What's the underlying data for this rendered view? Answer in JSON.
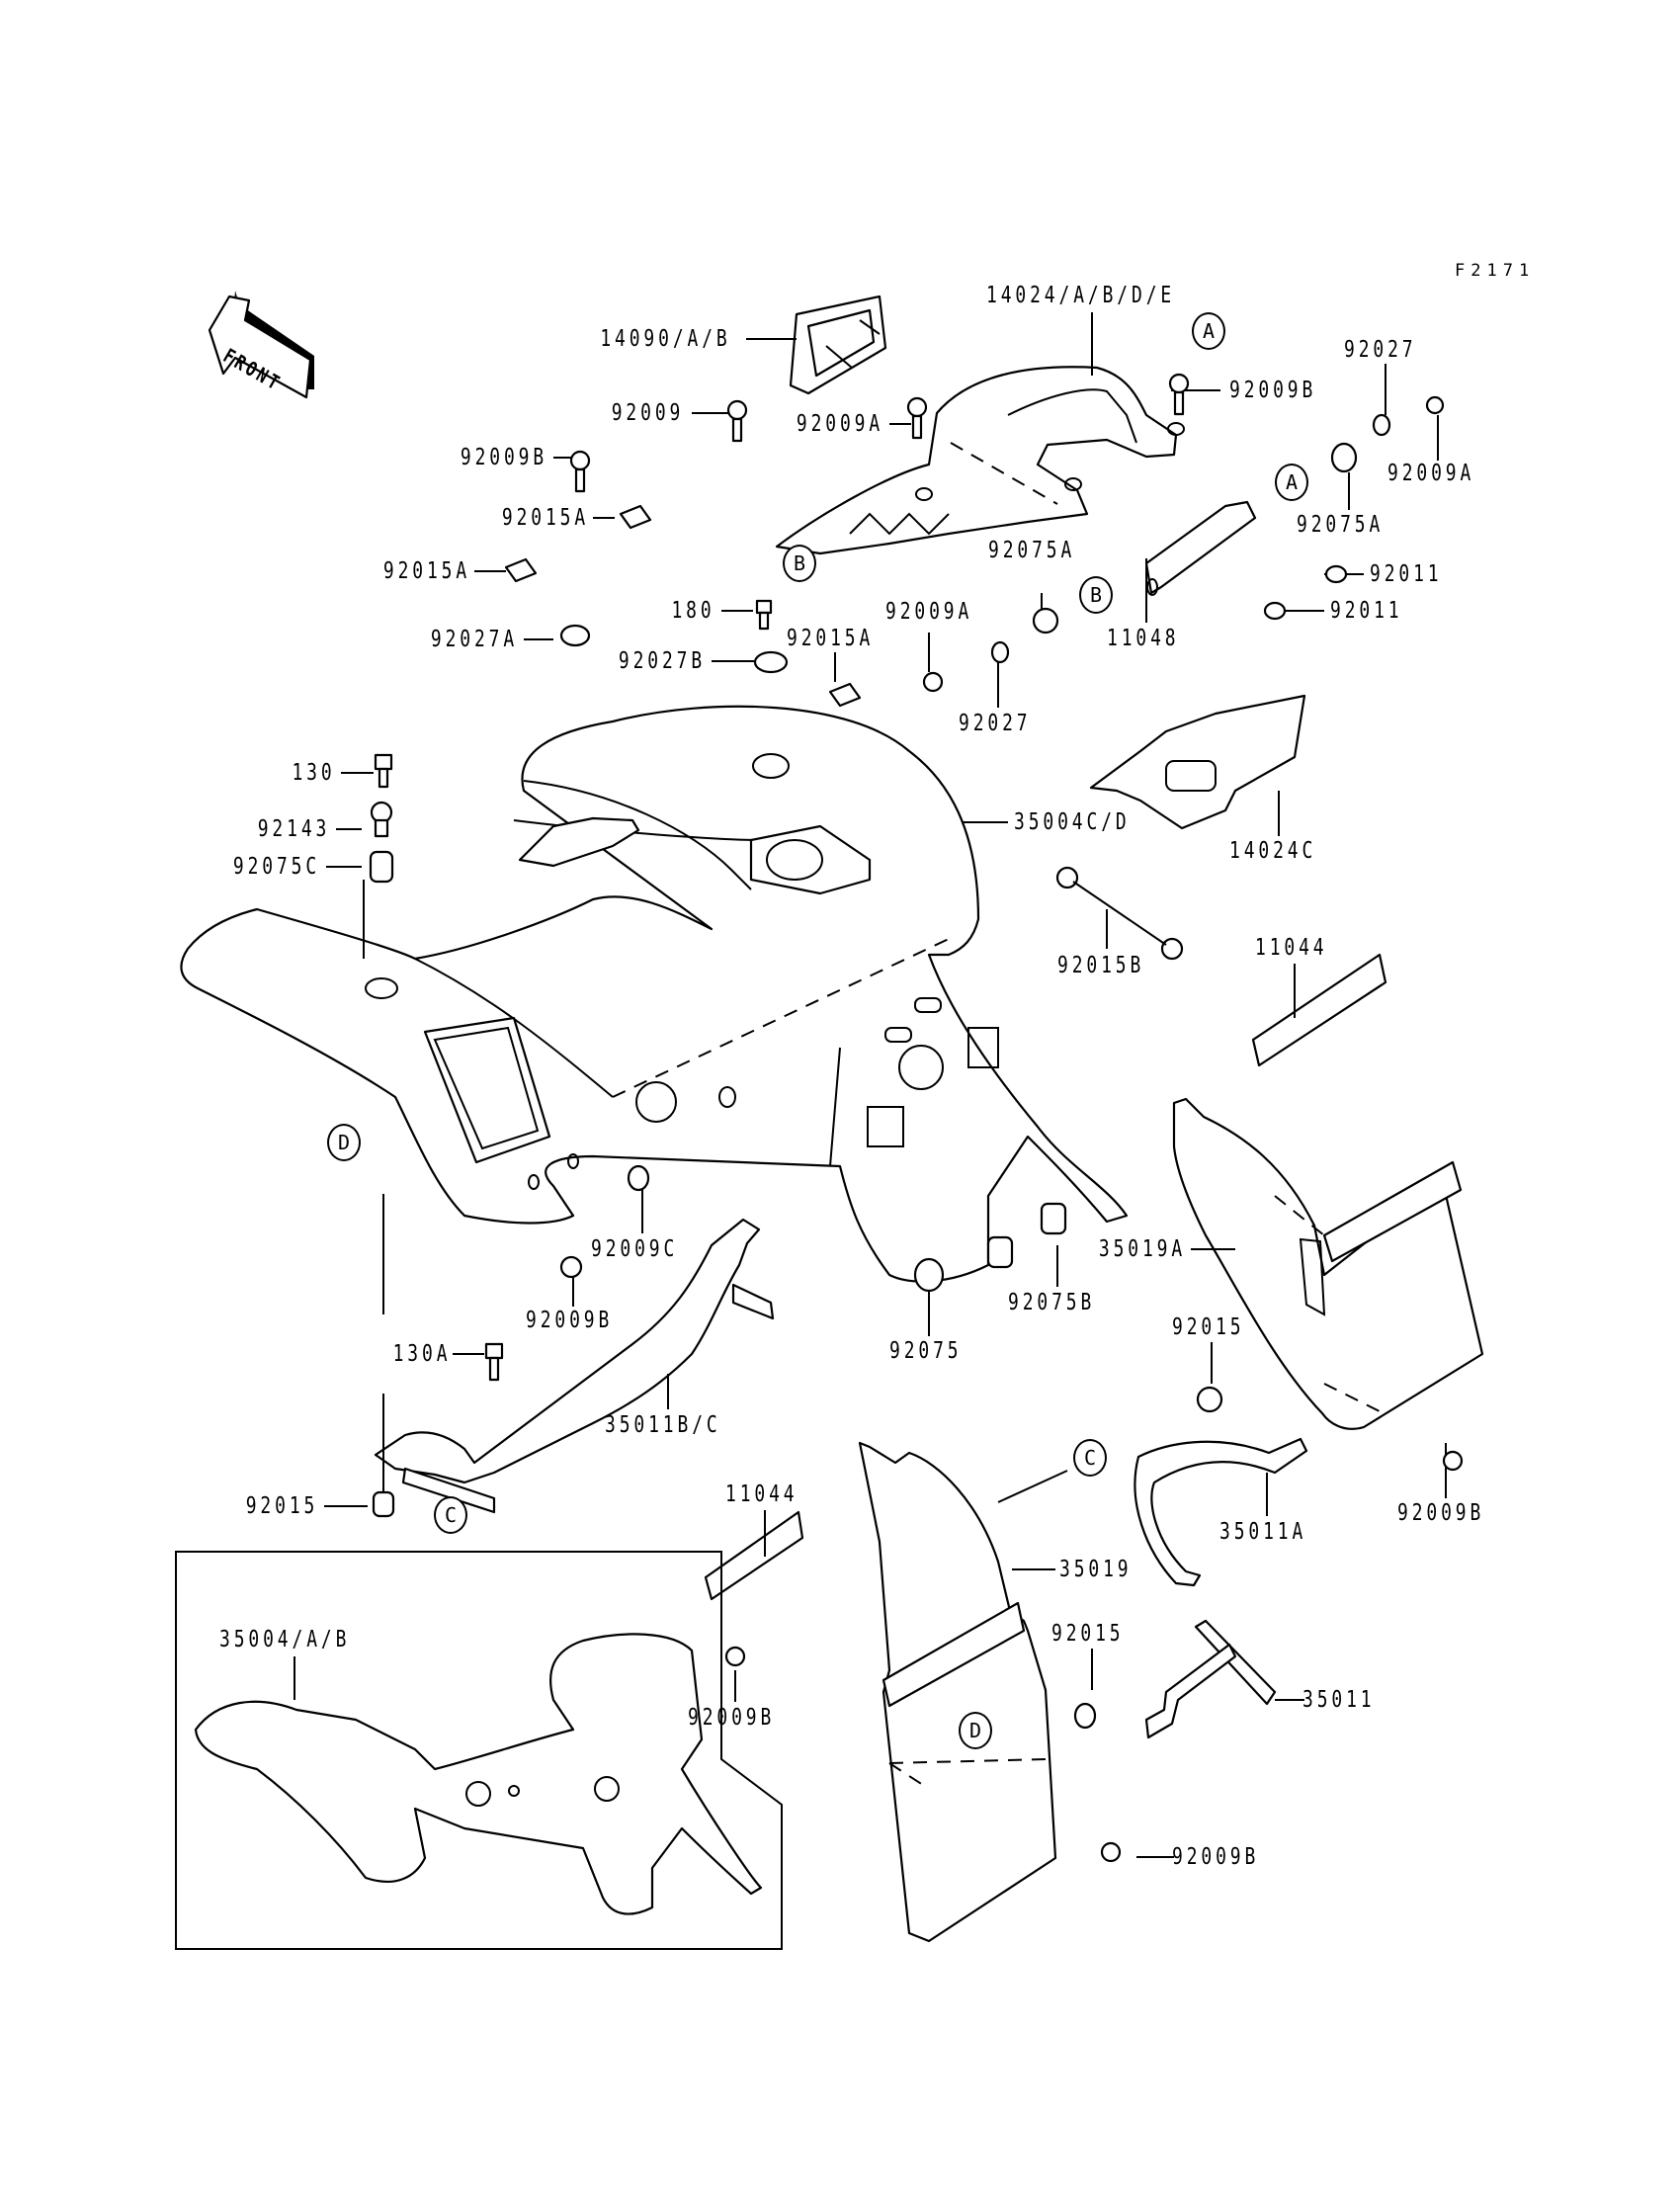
{
  "figure_id": "F2171",
  "front_arrow": {
    "label": "FRONT",
    "icon": "front-direction-arrow-icon"
  },
  "reference_markers": {
    "A": "A",
    "B": "B",
    "C": "C",
    "D": "D"
  },
  "parts": [
    {
      "key": "p14090",
      "label": "14090/A/B"
    },
    {
      "key": "p14024",
      "label": "14024/A/B/D/E"
    },
    {
      "key": "p92009_top",
      "label": "92009"
    },
    {
      "key": "p92009A_top",
      "label": "92009A"
    },
    {
      "key": "p92009B_top",
      "label": "92009B"
    },
    {
      "key": "p92027_top",
      "label": "92027"
    },
    {
      "key": "p92009A_right",
      "label": "92009A"
    },
    {
      "key": "p92009B_left",
      "label": "92009B"
    },
    {
      "key": "p92015A_1",
      "label": "92015A"
    },
    {
      "key": "p92015A_2",
      "label": "92015A"
    },
    {
      "key": "p92075A_right",
      "label": "92075A"
    },
    {
      "key": "p92011_1",
      "label": "92011"
    },
    {
      "key": "p92011_2",
      "label": "92011"
    },
    {
      "key": "p92075A_mid",
      "label": "92075A"
    },
    {
      "key": "p11048",
      "label": "11048"
    },
    {
      "key": "p180",
      "label": "180"
    },
    {
      "key": "p92009A_mid",
      "label": "92009A"
    },
    {
      "key": "p92027A",
      "label": "92027A"
    },
    {
      "key": "p92027B",
      "label": "92027B"
    },
    {
      "key": "p92015A_3",
      "label": "92015A"
    },
    {
      "key": "p92027_mid",
      "label": "92027"
    },
    {
      "key": "p130",
      "label": "130"
    },
    {
      "key": "p92143",
      "label": "92143"
    },
    {
      "key": "p92075C",
      "label": "92075C"
    },
    {
      "key": "p35004CD",
      "label": "35004C/D"
    },
    {
      "key": "p14024C",
      "label": "14024C"
    },
    {
      "key": "p92015B",
      "label": "92015B"
    },
    {
      "key": "p11044_right",
      "label": "11044"
    },
    {
      "key": "p92009C",
      "label": "92009C"
    },
    {
      "key": "p35019A",
      "label": "35019A"
    },
    {
      "key": "p92009B_fender",
      "label": "92009B"
    },
    {
      "key": "p92075",
      "label": "92075"
    },
    {
      "key": "p92075B",
      "label": "92075B"
    },
    {
      "key": "p130A",
      "label": "130A"
    },
    {
      "key": "p35011BC",
      "label": "35011B/C"
    },
    {
      "key": "p92015_right",
      "label": "92015"
    },
    {
      "key": "p92015_left",
      "label": "92015"
    },
    {
      "key": "p35011A",
      "label": "35011A"
    },
    {
      "key": "p92009B_right",
      "label": "92009B"
    },
    {
      "key": "p11044_lower",
      "label": "11044"
    },
    {
      "key": "p35019",
      "label": "35019"
    },
    {
      "key": "p35004AB",
      "label": "35004/A/B"
    },
    {
      "key": "p92015_lower",
      "label": "92015"
    },
    {
      "key": "p35011",
      "label": "35011"
    },
    {
      "key": "p92009B_lower",
      "label": "92009B"
    },
    {
      "key": "p92009B_bottom",
      "label": "92009B"
    }
  ]
}
